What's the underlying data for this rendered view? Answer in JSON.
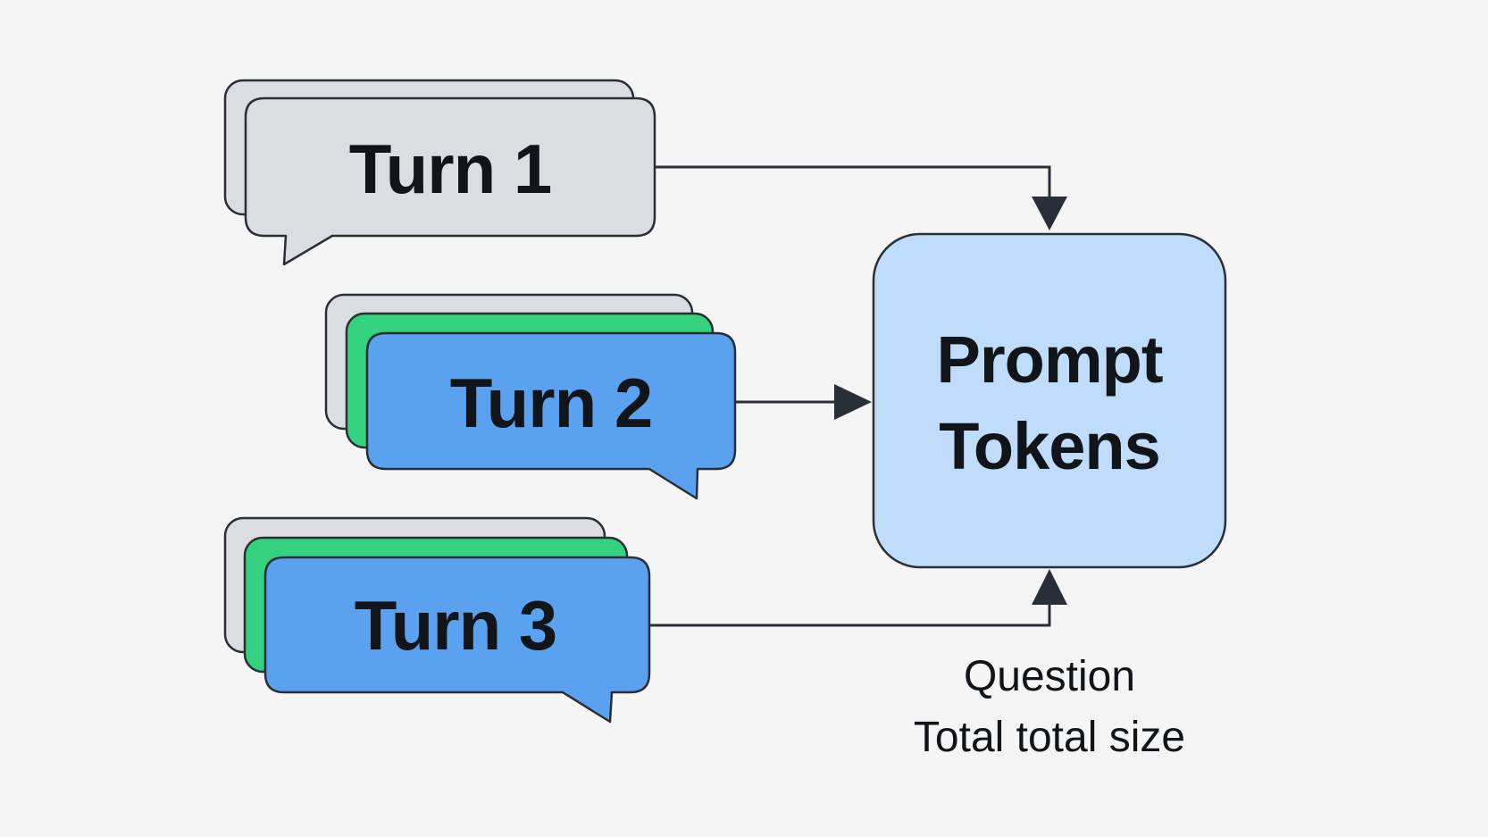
{
  "turns": [
    {
      "label": "Turn 1"
    },
    {
      "label": "Turn 2"
    },
    {
      "label": "Turn 3"
    }
  ],
  "target": {
    "line1": "Prompt",
    "line2": "Tokens"
  },
  "caption": {
    "line1": "Question",
    "line2": "Total total size"
  },
  "colors": {
    "background": "#f5f5f5",
    "gray_bubble": "#dcdde0",
    "green_bubble": "#34d17f",
    "blue_bubble": "#5aa2f0",
    "target_fill": "#bfdcfa",
    "stroke": "#2a2f37"
  }
}
